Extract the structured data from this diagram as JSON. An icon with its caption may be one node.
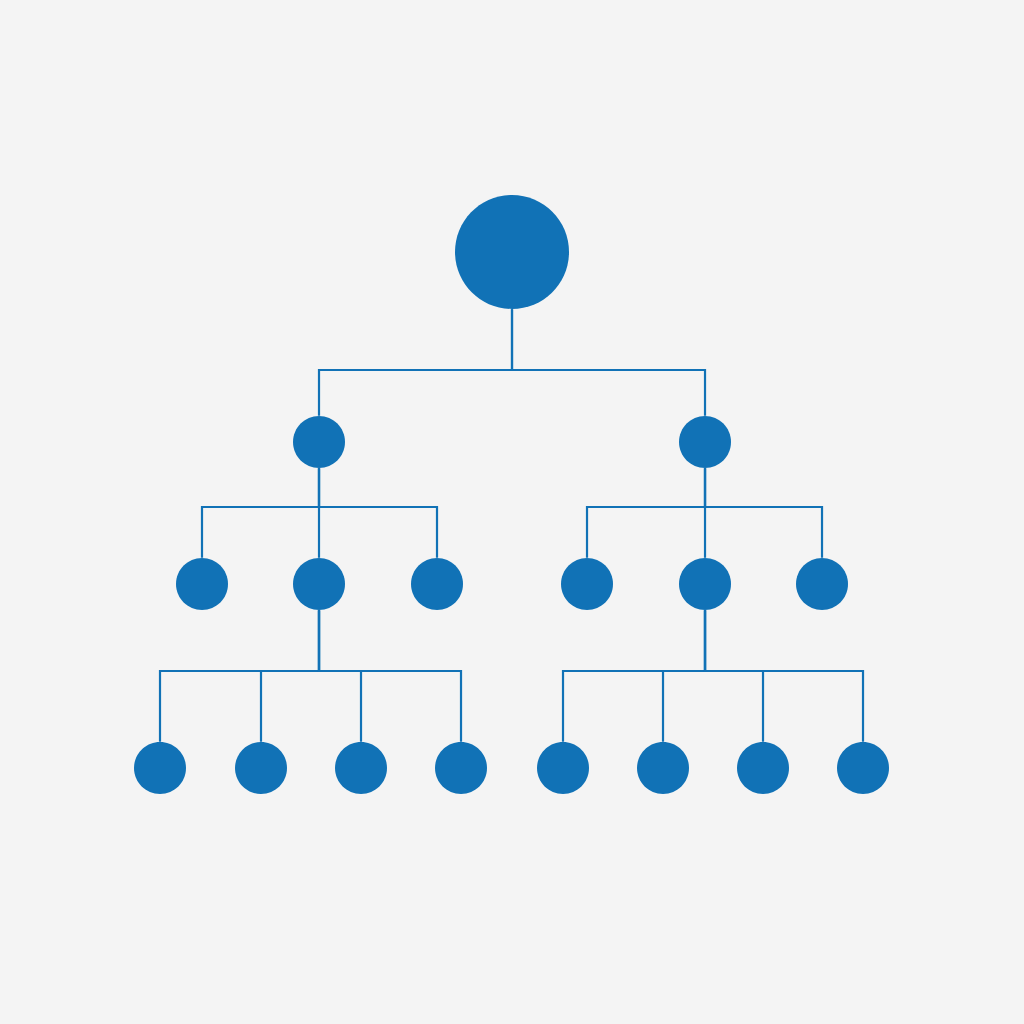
{
  "diagram": {
    "nodes": [
      {
        "text": [],
        "shape": "circle"
      },
      {
        "text": [],
        "shape": "circle"
      },
      {
        "text": [],
        "shape": "circle"
      },
      {
        "text": [],
        "shape": "circle"
      },
      {
        "text": [],
        "shape": "circle"
      },
      {
        "text": [],
        "shape": "circle"
      },
      {
        "text": [],
        "shape": "circle"
      },
      {
        "text": [],
        "shape": "circle"
      },
      {
        "text": [],
        "shape": "circle"
      },
      {
        "text": [],
        "shape": "circle"
      },
      {
        "text": [],
        "shape": "circle"
      },
      {
        "text": [],
        "shape": "circle"
      },
      {
        "text": [],
        "shape": "circle"
      },
      {
        "text": [],
        "shape": "circle"
      },
      {
        "text": [],
        "shape": "circle"
      },
      {
        "text": [],
        "shape": "circle"
      },
      {
        "text": [],
        "shape": "circle"
      }
    ],
    "edges": [
      {
        "from": 0,
        "to": 1,
        "arrow": "none"
      },
      {
        "from": 0,
        "to": 2,
        "arrow": "none"
      },
      {
        "from": 1,
        "to": 3,
        "arrow": "none"
      },
      {
        "from": 1,
        "to": 4,
        "arrow": "none"
      },
      {
        "from": 1,
        "to": 5,
        "arrow": "none"
      },
      {
        "from": 2,
        "to": 6,
        "arrow": "none"
      },
      {
        "from": 2,
        "to": 7,
        "arrow": "none"
      },
      {
        "from": 2,
        "to": 8,
        "arrow": "none"
      },
      {
        "from": 4,
        "to": 9,
        "arrow": "none"
      },
      {
        "from": 4,
        "to": 10,
        "arrow": "none"
      },
      {
        "from": 4,
        "to": 11,
        "arrow": "none"
      },
      {
        "from": 4,
        "to": 12,
        "arrow": "none"
      },
      {
        "from": 7,
        "to": 13,
        "arrow": "none"
      },
      {
        "from": 7,
        "to": 14,
        "arrow": "none"
      },
      {
        "from": 7,
        "to": 15,
        "arrow": "none"
      },
      {
        "from": 7,
        "to": 16,
        "arrow": "none"
      }
    ]
  }
}
